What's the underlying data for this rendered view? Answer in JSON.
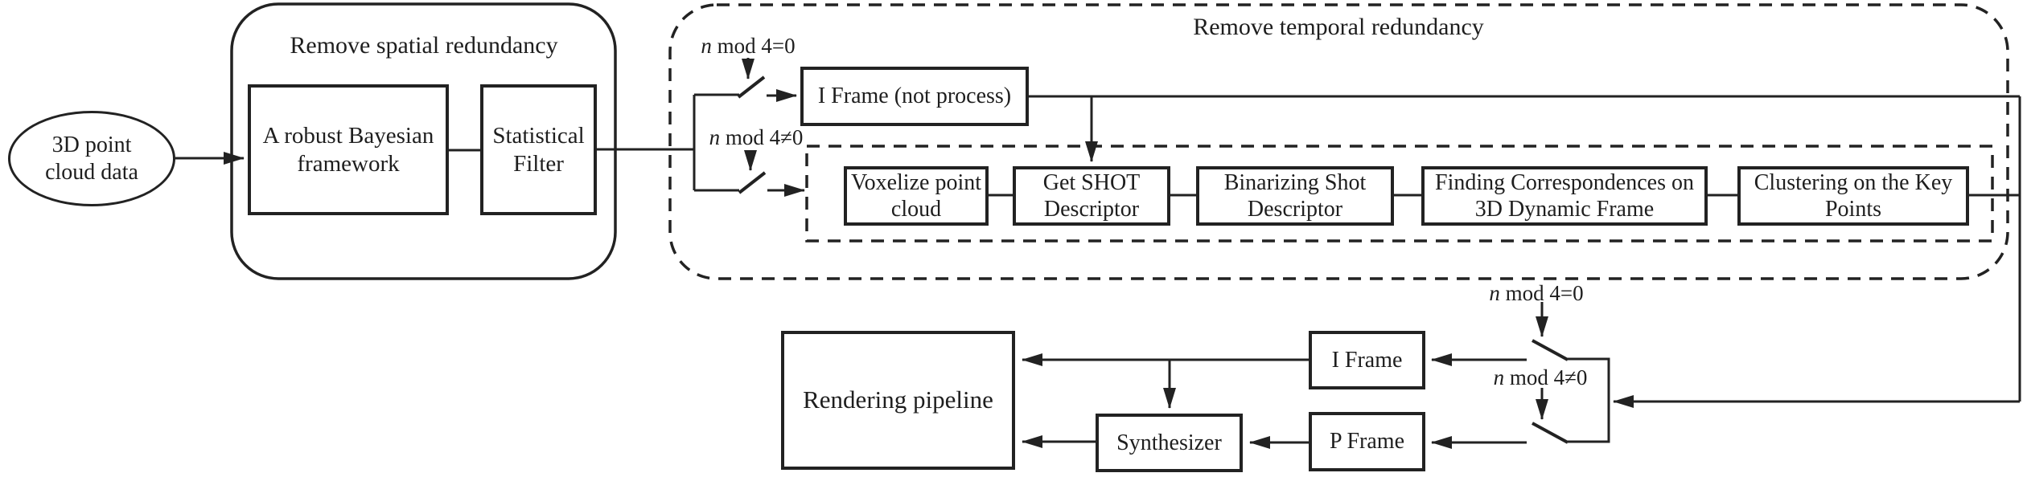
{
  "colors": {
    "ink": "#222222",
    "background": "#ffffff"
  },
  "input": {
    "label": "3D point cloud data"
  },
  "spatial": {
    "title": "Remove spatial redundancy",
    "bayesian": "A robust Bayesian framework",
    "filter": "Statistical Filter"
  },
  "temporal": {
    "title": "Remove temporal redundancy",
    "cond_eq": {
      "var": "n",
      "rest": " mod 4=0"
    },
    "cond_neq": {
      "var": "n",
      "rest": " mod 4≠0"
    },
    "iframe_np": "I Frame (not process)",
    "pipeline": [
      "Voxelize point cloud",
      "Get SHOT Descriptor",
      "Binarizing Shot Descriptor",
      "Finding Correspondences on 3D Dynamic Frame",
      "Clustering on the Key Points"
    ]
  },
  "decode": {
    "cond_eq": {
      "var": "n",
      "rest": " mod 4=0"
    },
    "cond_neq": {
      "var": "n",
      "rest": " mod 4≠0"
    },
    "iframe": "I Frame",
    "pframe": "P Frame",
    "synthesizer": "Synthesizer",
    "rendering": "Rendering pipeline"
  }
}
